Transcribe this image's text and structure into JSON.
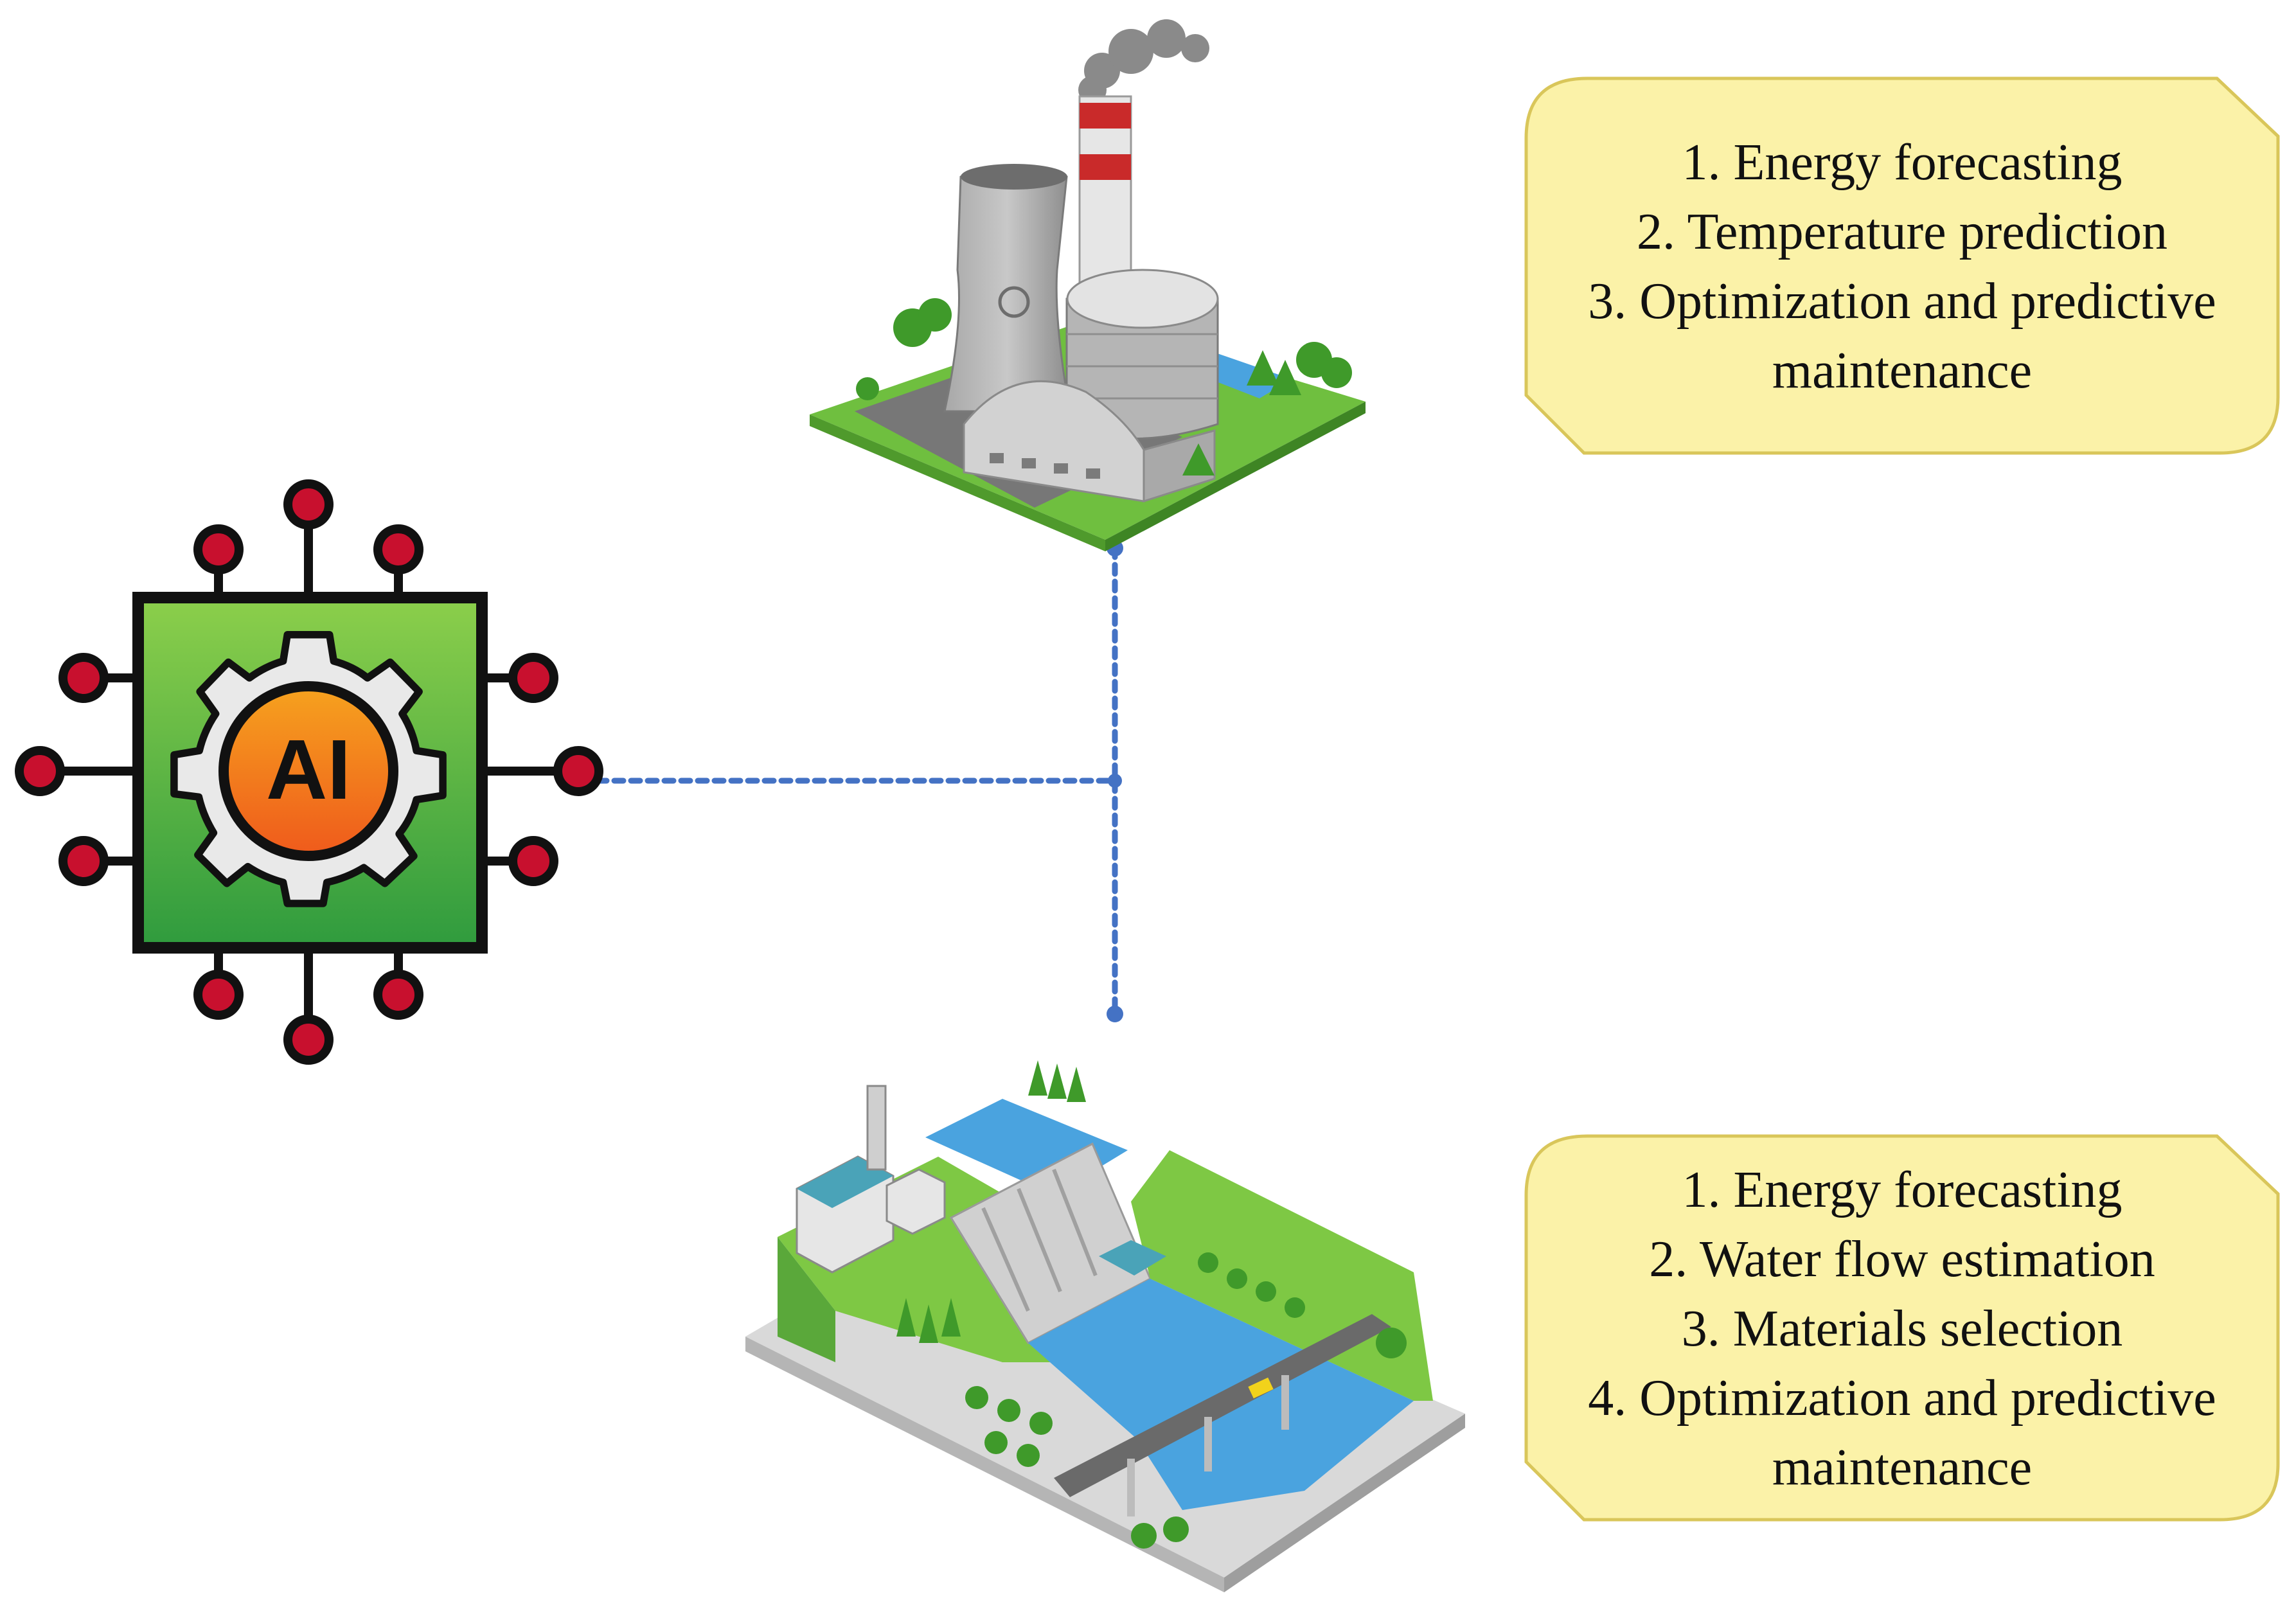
{
  "colors": {
    "callout_fill": "#fbf2a8",
    "callout_stroke": "#d9c65a",
    "connector": "#4472c4",
    "chip_green_light": "#8ccf4b",
    "chip_green_dark": "#2f9b3e",
    "chip_outline": "#111111",
    "pin_red": "#c8102e",
    "gear_fill": "#e9e9e9",
    "ai_badge_orange": "#f26b1d",
    "water_blue": "#4aa3df",
    "grass_green": "#7ec844"
  },
  "icons": {
    "ai": "ai-chip-gear-icon",
    "nuclear_plant": "nuclear-power-plant-icon",
    "hydro_plant": "hydroelectric-dam-icon"
  },
  "ai_chip": {
    "badge_text": "AI"
  },
  "top_callout": {
    "lines": [
      "1. Energy forecasting",
      "2. Temperature prediction",
      "3. Optimization and predictive",
      "maintenance"
    ]
  },
  "bottom_callout": {
    "lines": [
      "1. Energy forecasting",
      "2. Water flow estimation",
      "3. Materials selection",
      "4. Optimization and predictive",
      "maintenance"
    ]
  }
}
